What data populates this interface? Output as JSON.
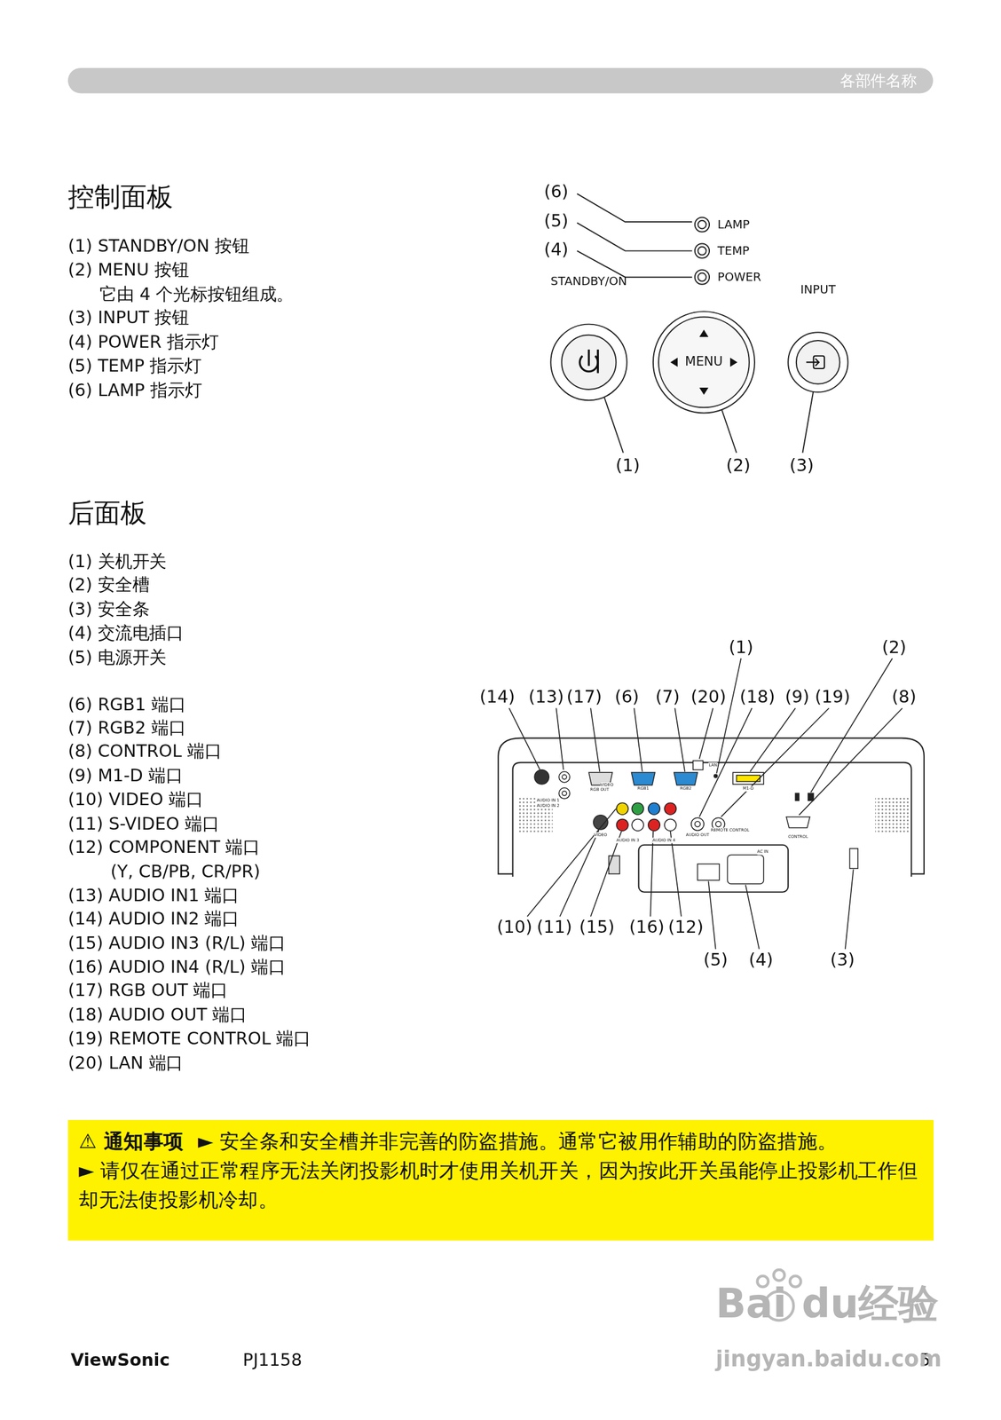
{
  "diagram": {
    "nodes": [
      {
        "text": [
          "各部件名称"
        ]
      },
      {
        "text": [
          "STANDBY/ON"
        ]
      },
      {
        "text": [
          "MENU"
        ]
      },
      {
        "text": [
          "INPUT"
        ]
      },
      {
        "text": [
          "⚠ 通知事项",
          "► 安全条和安全槽并非完善的防盗措施。通常它被用作辅助的防盗措施。",
          "► 请仅在通过正常程序无法关闭投影机时才使用关机开关，因为按此开关虽能停止投影机工作但却无法使投影机冷却。"
        ]
      }
    ],
    "labels": [
      "控制面板",
      "(1) STANDBY/ON 按钮",
      "(2) MENU 按钮",
      "它由 4 个光标按钮组成。",
      "(3) INPUT 按钮",
      "(4) POWER 指示灯",
      "(5) TEMP 指示灯",
      "(6) LAMP 指示灯",
      "(6)",
      "(5)",
      "(4)",
      "LAMP",
      "TEMP",
      "POWER",
      "(1)",
      "(2)",
      "(3)",
      "后面板",
      "(1) 关机开关",
      "(2) 安全槽",
      "(3) 安全条",
      "(4) 交流电插口",
      "(5) 电源开关",
      "(6) RGB1 端口",
      "(7) RGB2 端口",
      "(8) CONTROL 端口",
      "(9)  M1-D 端口",
      "(10) VIDEO 端口",
      "(11) S-VIDEO 端口",
      "(12) COMPONENT 端口",
      "(Y, CB/PB, CR/PR)",
      "(13) AUDIO IN1 端口",
      "(14) AUDIO IN2 端口",
      "(15) AUDIO IN3 (R/L) 端口",
      "(16) AUDIO IN4 (R/L) 端口",
      "(17) RGB OUT 端口",
      "(18) AUDIO OUT 端口",
      "(19) REMOTE CONTROL 端口",
      "(20) LAN 端口",
      "(1)",
      "(2)",
      "(14)",
      "(13)",
      "(17)",
      "(6)",
      "(7)",
      "(20)",
      "(18)",
      "(9)",
      "(19)",
      "(8)",
      "(10)",
      "(11)",
      "(15)",
      "(16)",
      "(12)",
      "(5)",
      "(4)",
      "(3)",
      "AUDIO IN 1",
      "AUDIO IN 2",
      "RGB OUT",
      "RGB1",
      "RGB2",
      "LAN",
      "M1-D",
      "VIDEO",
      "VIDEO",
      "AUDIO IN 3",
      "AUDIO IN 4",
      "AUDIO OUT",
      "REMOTE CONTROL",
      "CONTROL",
      "AC IN",
      "ViewSonic",
      "PJ1158",
      "5",
      "Bai",
      "du经验",
      "jingyan.baidu.com"
    ]
  }
}
